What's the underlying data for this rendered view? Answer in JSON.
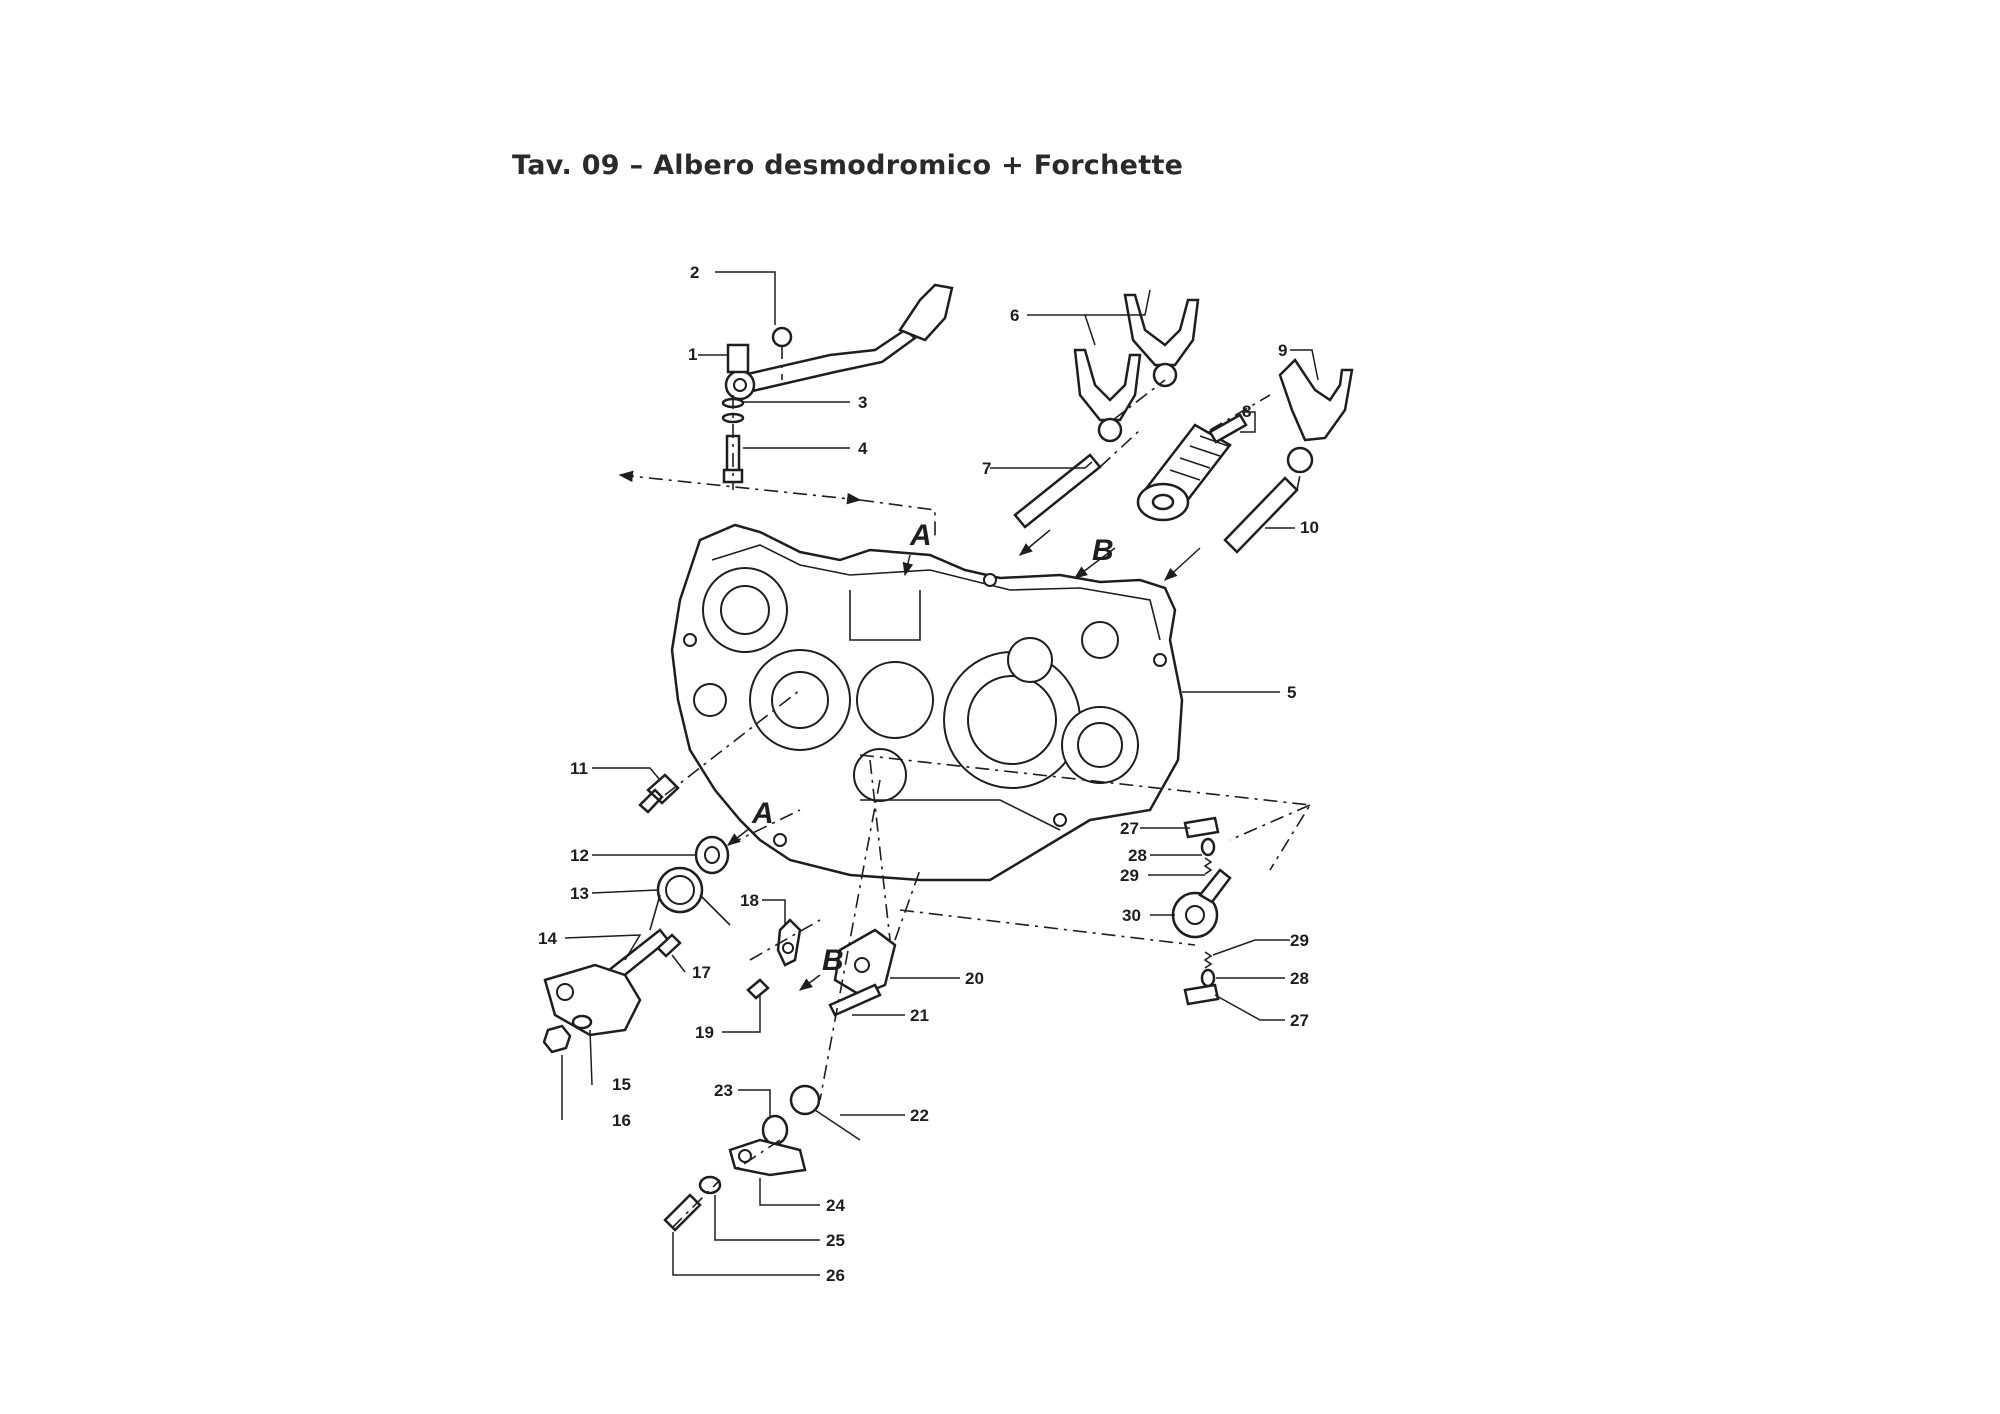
{
  "title": "Tav. 09 – Albero desmodromico + Forchette",
  "view_markers": [
    "A",
    "B"
  ],
  "part_numbers": [
    "1",
    "2",
    "3",
    "4",
    "5",
    "6",
    "7",
    "8",
    "9",
    "10",
    "11",
    "12",
    "13",
    "14",
    "15",
    "16",
    "17",
    "18",
    "19",
    "20",
    "21",
    "22",
    "23",
    "24",
    "25",
    "26",
    "27",
    "28",
    "29",
    "30"
  ]
}
